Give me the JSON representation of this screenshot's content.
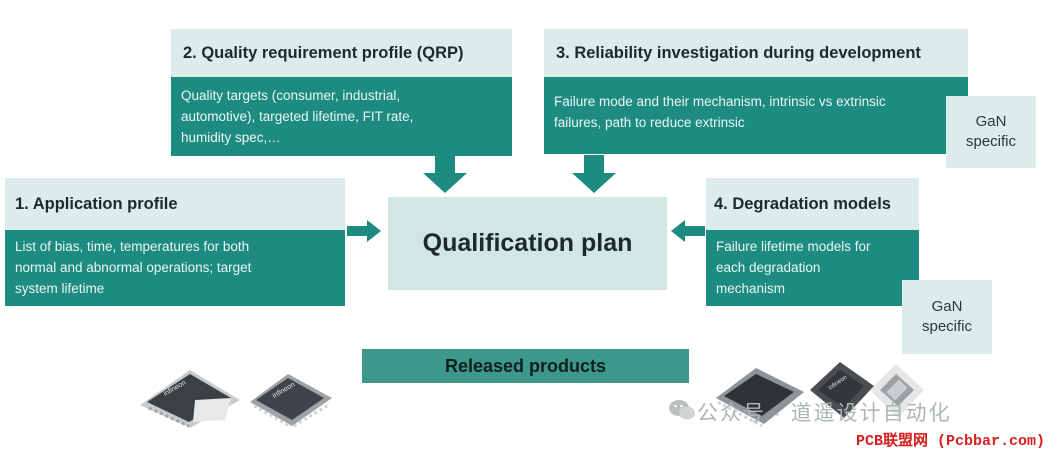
{
  "boxes": {
    "application": {
      "title": "1. Application profile",
      "text": "List of bias, time, temperatures for both\nnormal and abnormal operations; target\nsystem lifetime"
    },
    "qrp": {
      "title": "2. Quality requirement profile (QRP)",
      "text": "Quality targets (consumer, industrial,\nautomotive), targeted lifetime, FIT rate,\nhumidity spec,…"
    },
    "reliability": {
      "title": "3. Reliability investigation during development",
      "text": "Failure mode and their mechanism, intrinsic vs extrinsic\nfailures, path to reduce extrinsic"
    },
    "degradation": {
      "title": "4. Degradation models",
      "text": "Failure lifetime models for\neach degradation\nmechanism"
    }
  },
  "gan_tags": [
    "GaN\nspecific",
    "GaN\nspecific"
  ],
  "center_label": "Qualification plan",
  "released_label": "Released products",
  "chip_brand": "infineon",
  "watermark": "公众号 · 道遥设计自动化",
  "footer": "PCB联盟网 (Pcbbar.com)",
  "colors": {
    "accent": "#1e8b80",
    "light": "#dbeceb",
    "released": "#3d978b",
    "footer": "#d81f1f"
  }
}
